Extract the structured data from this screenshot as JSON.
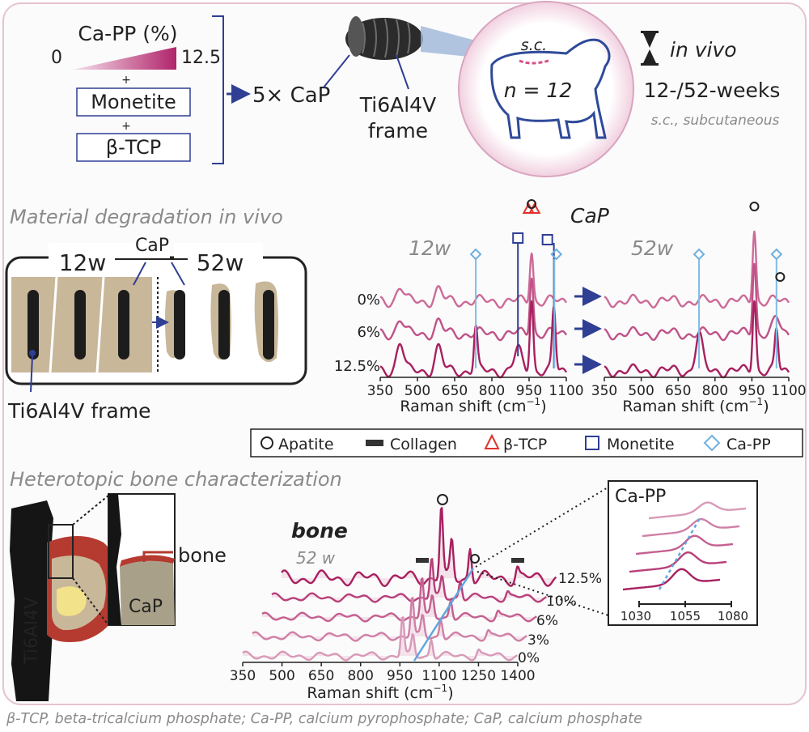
{
  "top": {
    "ca_pp_label": "Ca-PP (%)",
    "gradient_min": "0",
    "gradient_max": "12.5",
    "plus": "+",
    "monetite": "Monetite",
    "btcp": "β-TCP",
    "result": "5× CaP",
    "frame": [
      "Ti6Al4V",
      "frame"
    ],
    "sc": "s.c.",
    "n_label": "n = 12",
    "in_vivo": "in vivo",
    "weeks": "12-/52-weeks",
    "sc_note": "s.c., subcutaneous"
  },
  "degradation": {
    "title": "Material degradation in vivo",
    "w12": "12w",
    "w52": "52w",
    "cap": "CaP",
    "frame_label": "Ti6Al4V frame",
    "spectra_title": "CaP",
    "panel_12w": "12w",
    "panel_52w": "52w",
    "rows": [
      "0%",
      "6%",
      "12.5%"
    ],
    "ticks": [
      "350",
      "500",
      "650",
      "800",
      "950",
      "1100"
    ],
    "xlabel": "Raman shift (cm",
    "xlabel_sup": "−1",
    "xlabel_end": ")"
  },
  "legend": [
    "Apatite",
    "Collagen",
    "β-TCP",
    "Monetite",
    "Ca-PP"
  ],
  "bone": {
    "title": "Heterotopic bone characterization",
    "implant": "Ti6Al4V",
    "bone_label": "bone",
    "cap_label": "CaP",
    "chart_title": "bone",
    "chart_sub": "52 w",
    "rows": [
      "12.5%",
      "10%",
      "6%",
      "3%",
      "0%"
    ],
    "ticks": [
      "350",
      "500",
      "650",
      "800",
      "950",
      "1100",
      "1250",
      "1400"
    ],
    "inset_title": "Ca-PP",
    "inset_ticks": [
      "1030",
      "1055",
      "1080"
    ]
  },
  "footer": "β-TCP, beta-tricalcium phosphate; Ca-PP, calcium pyrophosphate; CaP, calcium phosphate",
  "colors": {
    "magenta": "#b5306c",
    "pink": "#cc6b98",
    "blue": "#2f3f94",
    "light_blue": "#6fb0df",
    "red": "#e0322c",
    "sand": "#c9b79a",
    "bone_red": "#b53a30"
  },
  "chart_data": [
    {
      "type": "line",
      "title": "CaP",
      "panel": "12w",
      "x_range": [
        350,
        1100
      ],
      "xlabel": "Raman shift (cm−1)",
      "series": [
        {
          "name": "0%",
          "peaks": [
            [
              430,
              0.2
            ],
            [
              585,
              0.16
            ],
            [
              960,
              0.7
            ]
          ]
        },
        {
          "name": "6%",
          "peaks": [
            [
              430,
              0.2
            ],
            [
              585,
              0.16
            ],
            [
              960,
              0.8
            ]
          ]
        },
        {
          "name": "12.5%",
          "peaks": [
            [
              430,
              0.4
            ],
            [
              585,
              0.32
            ],
            [
              735,
              0.6
            ],
            [
              905,
              0.3
            ],
            [
              960,
              1.0
            ],
            [
              1050,
              0.85
            ]
          ]
        }
      ]
    },
    {
      "type": "line",
      "panel": "52w",
      "x_range": [
        350,
        1100
      ],
      "xlabel": "Raman shift (cm−1)",
      "series": [
        {
          "name": "0%",
          "peaks": [
            [
              960,
              1.0
            ]
          ]
        },
        {
          "name": "6%",
          "peaks": [
            [
              960,
              1.0
            ],
            [
              1050,
              0.2
            ]
          ]
        },
        {
          "name": "12.5%",
          "peaks": [
            [
              735,
              0.5
            ],
            [
              960,
              1.0
            ],
            [
              1050,
              0.55
            ]
          ]
        }
      ]
    },
    {
      "type": "line",
      "title": "bone",
      "subtitle": "52 w",
      "x_range": [
        350,
        1400
      ],
      "xlabel": "Raman shift (cm−1)",
      "series": [
        {
          "name": "12.5%"
        },
        {
          "name": "10%"
        },
        {
          "name": "6%"
        },
        {
          "name": "3%"
        },
        {
          "name": "0%"
        }
      ]
    }
  ]
}
